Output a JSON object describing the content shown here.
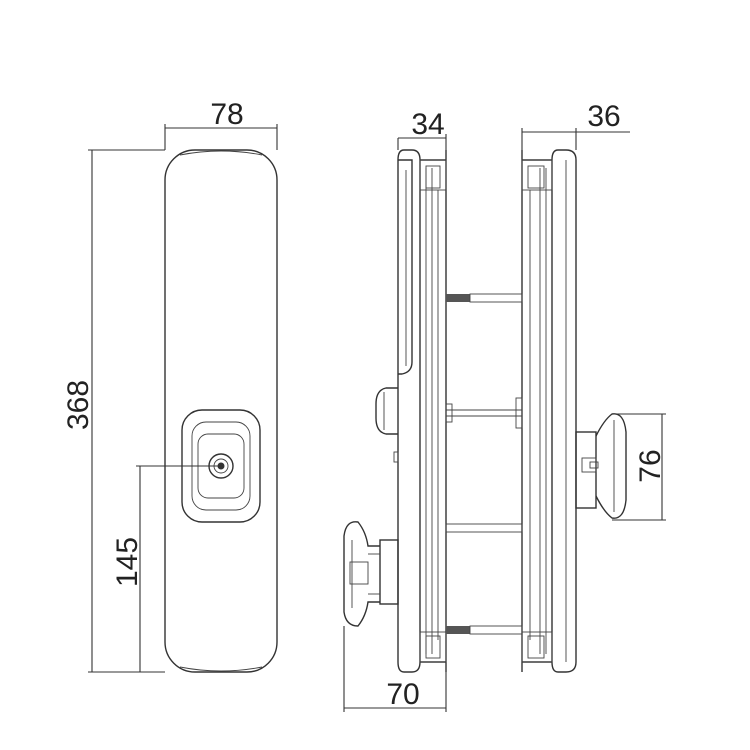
{
  "dimensions": {
    "front_width": "78",
    "front_height": "368",
    "cylinder_height": "145",
    "inner_plate_depth": "34",
    "outer_plate_depth": "36",
    "knob_height": "76",
    "inner_knob_projection": "70"
  }
}
